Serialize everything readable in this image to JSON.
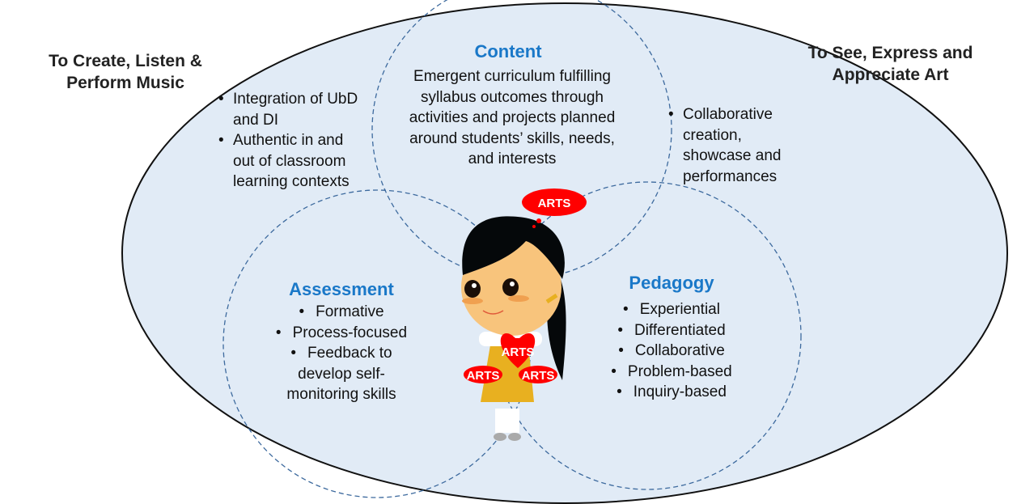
{
  "left_goal": "To Create, Listen & Perform Music",
  "right_goal": "To See, Express and Appreciate Art",
  "left_bullets": [
    "Integration of UbD and DI",
    "Authentic in and out of classroom learning contexts"
  ],
  "right_bullets": [
    "Collaborative creation, showcase and performances"
  ],
  "content": {
    "title": "Content",
    "text": "Emergent curriculum fulfilling syllabus outcomes through activities and projects planned around students’ skills, needs, and interests"
  },
  "assessment": {
    "title": "Assessment",
    "items": [
      "Formative",
      "Process-focused",
      "Feedback to develop self-monitoring skills"
    ]
  },
  "pedagogy": {
    "title": "Pedagogy",
    "items": [
      "Experiential",
      "Differentiated",
      "Collaborative",
      "Problem-based",
      "Inquiry-based"
    ]
  },
  "girl": {
    "bubble": "ARTS",
    "heart": "ARTS",
    "left_oval": "ARTS",
    "right_oval": "ARTS"
  },
  "colors": {
    "ellipse_fill": "#e1ebf6",
    "heading": "#1a78c8",
    "arts_red": "#ff0000"
  }
}
